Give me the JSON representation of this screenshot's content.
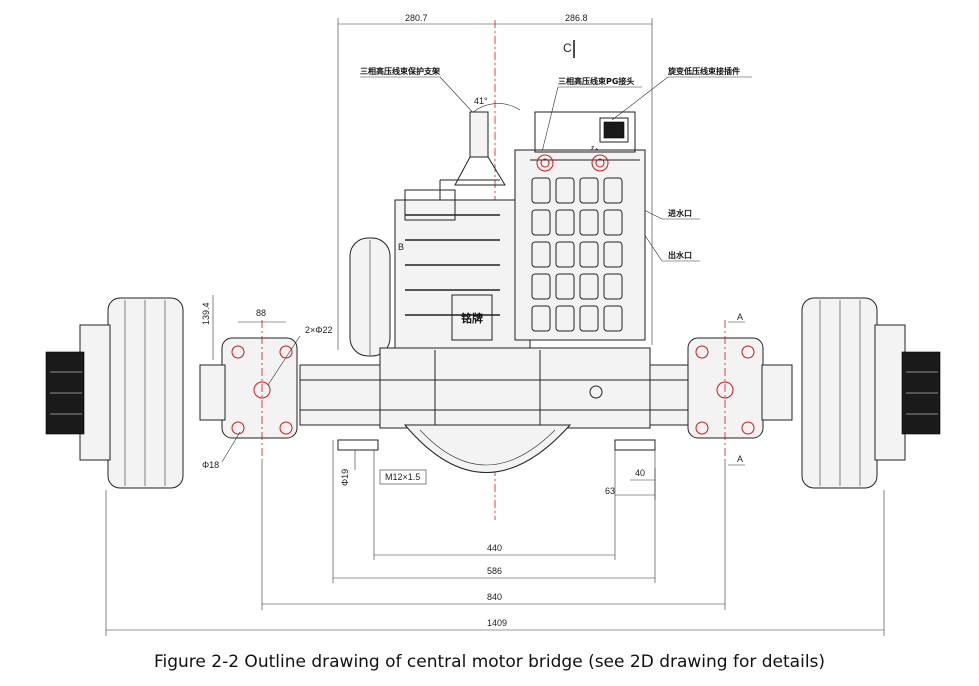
{
  "labels": {
    "harness_bracket": "三相高压线束保护支架",
    "pg_connector": "三相高压线束PG接头",
    "lv_connector": "旋变低压线束接插件",
    "water_in": "进水口",
    "water_out": "出水口",
    "nameplate": "铭牌",
    "section_c": "C",
    "section_a_top": "A",
    "section_a_bottom": "A",
    "b_marker": "B",
    "angle": "41°",
    "angle2": "15.2",
    "hole_spec": "2×Φ22",
    "thread_spec": "M12×1.5",
    "phi18": "Φ18",
    "phi19": "Φ19",
    "dim_1394": "139.4"
  },
  "dimensions": {
    "top_left": "280.7",
    "top_right": "286.8",
    "d88": "88",
    "d40": "40",
    "d63": "63",
    "d440": "440",
    "d586": "586",
    "d840": "840",
    "d1409": "1409"
  },
  "caption": "Figure 2-2 Outline drawing of central motor bridge (see 2D drawing for details)"
}
